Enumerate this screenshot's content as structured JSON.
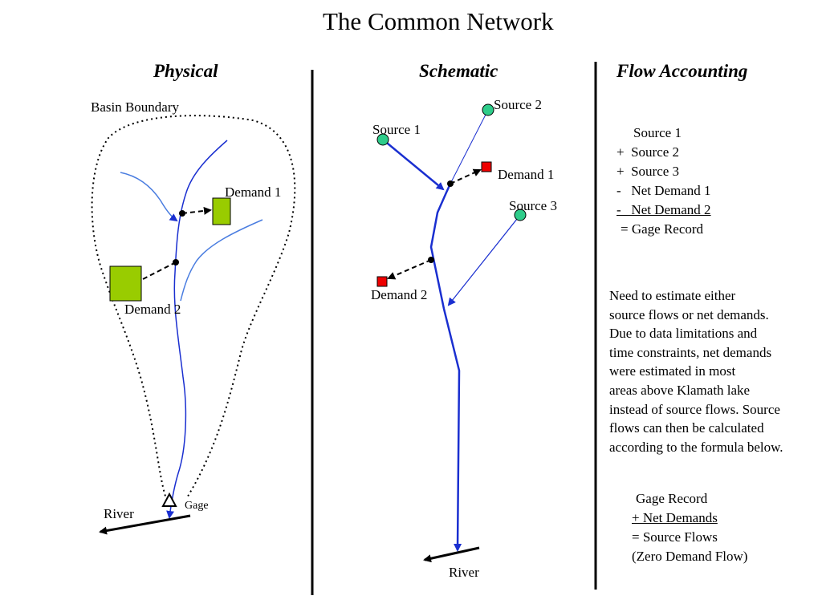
{
  "title": "The Common Network",
  "headers": {
    "physical": "Physical",
    "schematic": "Schematic",
    "flow_accounting": "Flow Accounting"
  },
  "physical": {
    "basin_boundary": "Basin Boundary",
    "demand1": "Demand 1",
    "demand2": "Demand 2",
    "gage": "Gage",
    "river": "River"
  },
  "schematic": {
    "source1": "Source 1",
    "source2": "Source 2",
    "source3": "Source 3",
    "demand1": "Demand 1",
    "demand2": "Demand 2",
    "river": "River"
  },
  "flow_accounting": {
    "lines": [
      "Source 1",
      "+  Source 2",
      "+  Source 3",
      "-   Net Demand 1",
      "-   Net Demand 2",
      "= Gage Record"
    ],
    "paragraph": [
      "Need to estimate either",
      "source flows or net demands.",
      "Due to data limitations and",
      "time constraints, net demands",
      "were estimated in most",
      "areas above Klamath lake",
      "instead of source flows.  Source",
      "flows can then be calculated",
      "according to the formula below."
    ],
    "formula": [
      "Gage Record",
      "+ Net Demands",
      "= Source Flows",
      "(Zero Demand Flow)"
    ]
  },
  "colors": {
    "river_blue": "#1a2fd0",
    "tributary_blue": "#4a7de0",
    "demand_green": "#99cc00",
    "source_teal": "#2ecc8a",
    "demand_red": "#ee0000"
  }
}
